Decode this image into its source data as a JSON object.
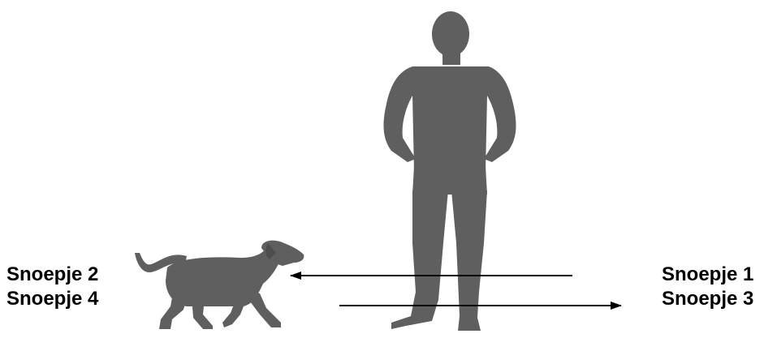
{
  "left_labels": [
    "Snoepje 2",
    "Snoepje 4"
  ],
  "right_labels": [
    "Snoepje 1",
    "Snoepje 3"
  ],
  "colors": {
    "silhouette": "#5f5f5f",
    "arrow": "#000000",
    "text": "#000000"
  }
}
